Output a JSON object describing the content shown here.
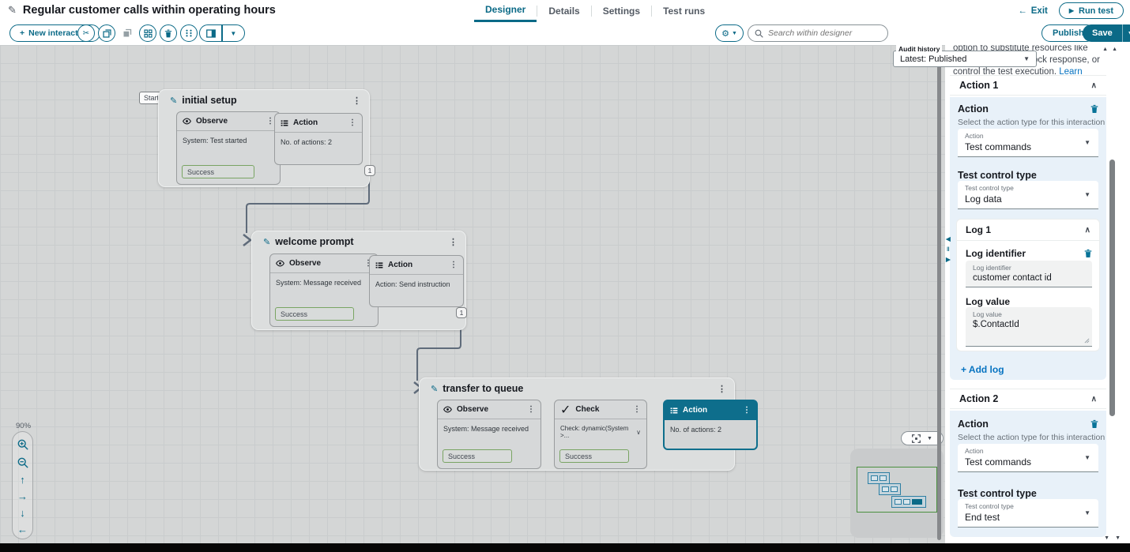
{
  "icons": {
    "pencil": "✎",
    "kebab": "⋮",
    "caret_down": "▼",
    "chevron_up": "∧",
    "chevron_down": "∨",
    "check": "✓",
    "scissors": "✂",
    "gear": "⚙",
    "play": "▶",
    "arrow_left": "←",
    "arrow_up": "↑",
    "arrow_right": "→",
    "arrow_down": "↓",
    "tri_up": "▲",
    "tri_down": "▼",
    "splitter_left": "◀",
    "splitter_pause": "‖",
    "splitter_right": "▶",
    "plus": "+"
  },
  "colors": {
    "accent": "#0b6a87",
    "link": "#0673c1",
    "connector_green": "#4c8c3f",
    "selected_node": "#0e6e8c"
  },
  "header": {
    "title": "Regular customer calls within operating hours",
    "tabs": [
      {
        "label": "Designer"
      },
      {
        "label": "Details"
      },
      {
        "label": "Settings"
      },
      {
        "label": "Test runs"
      }
    ],
    "exit_label": "Exit",
    "run_test_label": "Run test"
  },
  "toolbar": {
    "new_interaction_label": "New interaction",
    "search_placeholder": "Search within designer",
    "audit_history_label": "Audit history",
    "audit_history_value": "Latest: Published",
    "publish_label": "Publish",
    "save_label": "Save"
  },
  "canvas": {
    "zoom_level": "90%",
    "start_label": "Start",
    "groups": [
      {
        "title": "initial setup",
        "badge": "1",
        "nodes": [
          {
            "title": "Observe",
            "body": "System: Test started",
            "port": "Success"
          },
          {
            "title": "Action",
            "body": "No. of actions: 2"
          }
        ]
      },
      {
        "title": "welcome prompt",
        "badge": "1",
        "nodes": [
          {
            "title": "Observe",
            "body": "System: Message received",
            "port": "Success"
          },
          {
            "title": "Action",
            "body": "Action: Send instruction"
          }
        ]
      },
      {
        "title": "transfer to queue",
        "nodes": [
          {
            "title": "Observe",
            "body": "System: Message received",
            "port": "Success"
          },
          {
            "title": "Check",
            "body": "Check: dynamic(System >...",
            "port": "Success"
          },
          {
            "title": "Action",
            "body": "No. of actions: 2"
          }
        ]
      }
    ]
  },
  "panel": {
    "intro_text": "option to substitute resources like Lambda function, mock response, or control the test execution. ",
    "learn_more_label": "Learn more",
    "action1": {
      "header": "Action 1",
      "action_heading": "Action",
      "action_desc": "Select the action type for this interaction",
      "action_field_label": "Action",
      "action_value": "Test commands",
      "tct_heading": "Test control type",
      "tct_field_label": "Test control type",
      "tct_value": "Log data",
      "log": {
        "header": "Log 1",
        "id_heading": "Log identifier",
        "id_field_label": "Log identifier",
        "id_value": "customer contact id",
        "val_heading": "Log value",
        "val_field_label": "Log value",
        "val_value": "$.ContactId"
      },
      "add_log_label": "+ Add log"
    },
    "action2": {
      "header": "Action 2",
      "action_heading": "Action",
      "action_desc": "Select the action type for this interaction",
      "action_field_label": "Action",
      "action_value": "Test commands",
      "tct_heading": "Test control type",
      "tct_field_label": "Test control type",
      "tct_value": "End test"
    }
  }
}
